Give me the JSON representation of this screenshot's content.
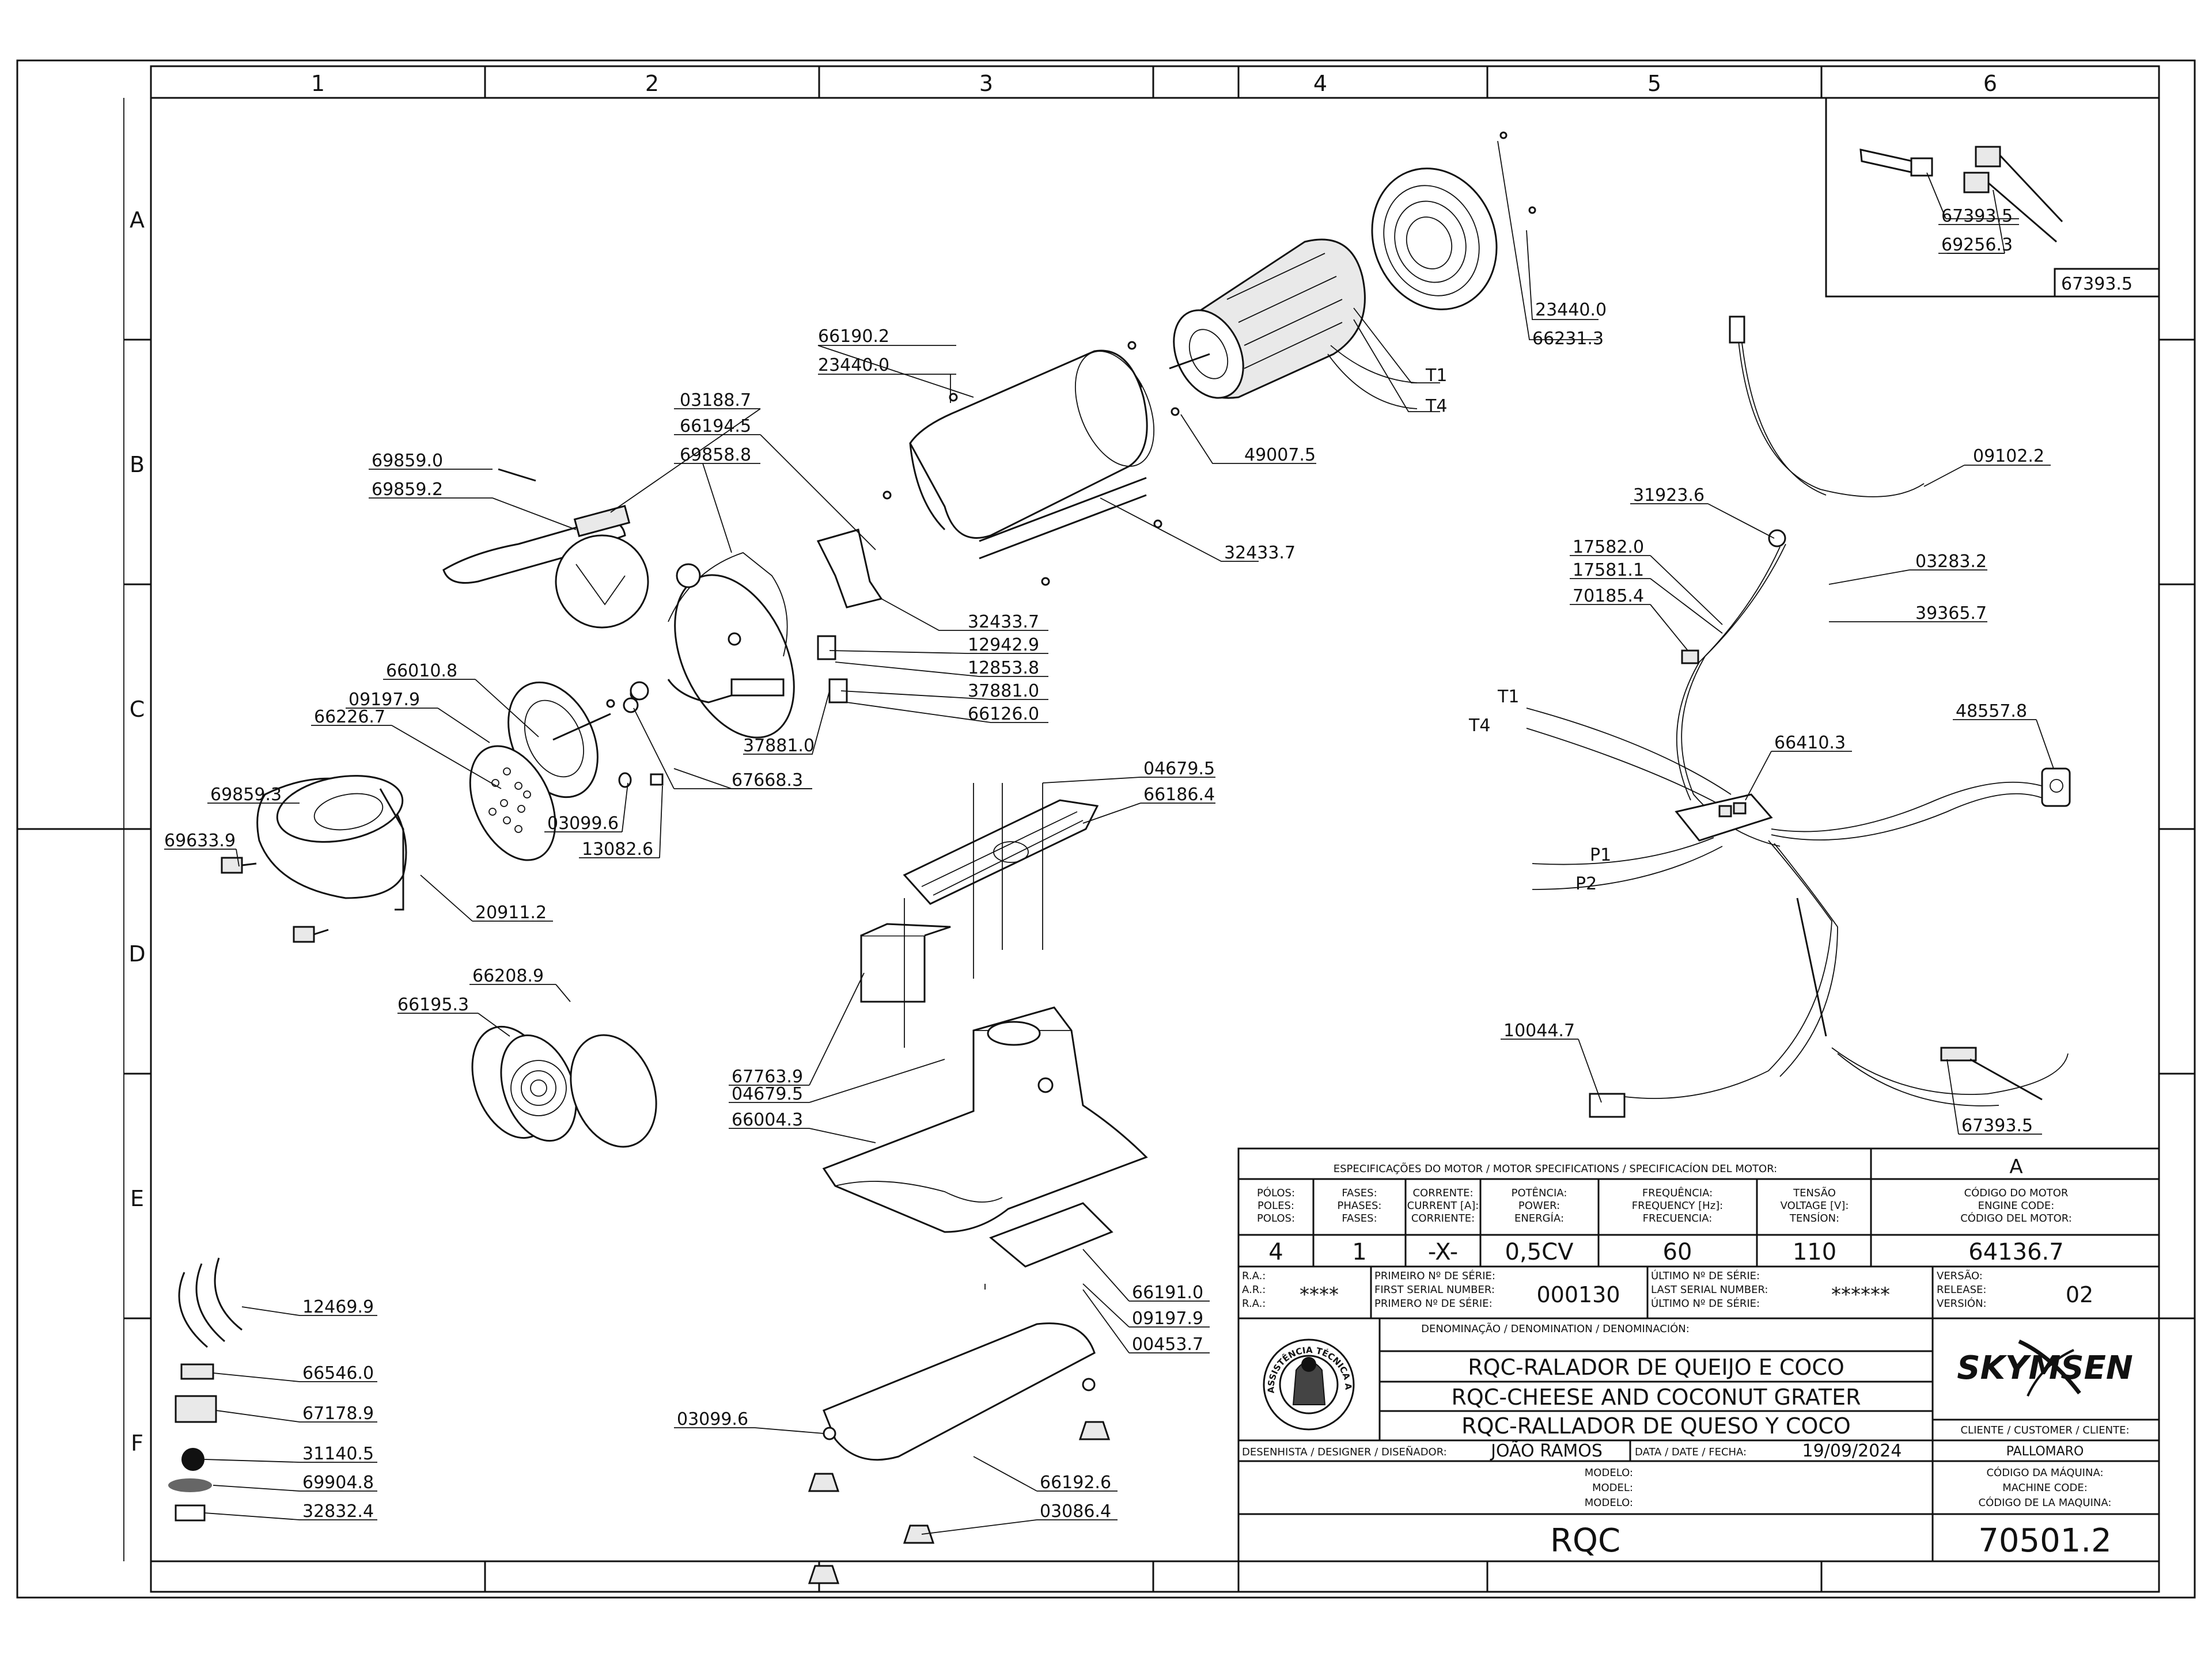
{
  "frame": {
    "columns": [
      "1",
      "2",
      "3",
      "4",
      "5",
      "6"
    ],
    "rows": [
      "A",
      "B",
      "C",
      "D",
      "E",
      "F"
    ]
  },
  "labels": [
    {
      "id": "p-67393-5-top",
      "text": "67393.5"
    },
    {
      "id": "p-69256-3",
      "text": "69256.3"
    },
    {
      "id": "p-67393-5-box",
      "text": "67393.5"
    },
    {
      "id": "p-23440-0-a",
      "text": "23440.0"
    },
    {
      "id": "p-66231-3",
      "text": "66231.3"
    },
    {
      "id": "p-t1-motor",
      "text": "T1"
    },
    {
      "id": "p-t4-motor",
      "text": "T4"
    },
    {
      "id": "p-49007-5",
      "text": "49007.5"
    },
    {
      "id": "p-66190-2",
      "text": "66190.2"
    },
    {
      "id": "p-23440-0-b",
      "text": "23440.0"
    },
    {
      "id": "p-32433-7-a",
      "text": "32433.7"
    },
    {
      "id": "p-03188-7",
      "text": "03188.7"
    },
    {
      "id": "p-66194-5",
      "text": "66194.5"
    },
    {
      "id": "p-69858-8",
      "text": "69858.8"
    },
    {
      "id": "p-69859-0",
      "text": "69859.0"
    },
    {
      "id": "p-69859-2",
      "text": "69859.2"
    },
    {
      "id": "p-32433-7-b",
      "text": "32433.7"
    },
    {
      "id": "p-12942-9",
      "text": "12942.9"
    },
    {
      "id": "p-12853-8",
      "text": "12853.8"
    },
    {
      "id": "p-37881-0-a",
      "text": "37881.0"
    },
    {
      "id": "p-66126-0",
      "text": "66126.0"
    },
    {
      "id": "p-37881-0-b",
      "text": "37881.0"
    },
    {
      "id": "p-67668-3",
      "text": "67668.3"
    },
    {
      "id": "p-66010-8",
      "text": "66010.8"
    },
    {
      "id": "p-09197-9-a",
      "text": "09197.9"
    },
    {
      "id": "p-66226-7",
      "text": "66226.7"
    },
    {
      "id": "p-69859-3",
      "text": "69859.3"
    },
    {
      "id": "p-69633-9",
      "text": "69633.9"
    },
    {
      "id": "p-03099-6-a",
      "text": "03099.6"
    },
    {
      "id": "p-13082-6",
      "text": "13082.6"
    },
    {
      "id": "p-20911-2",
      "text": "20911.2"
    },
    {
      "id": "p-04679-5-a",
      "text": "04679.5"
    },
    {
      "id": "p-66186-4",
      "text": "66186.4"
    },
    {
      "id": "p-66208-9",
      "text": "66208.9"
    },
    {
      "id": "p-66195-3",
      "text": "66195.3"
    },
    {
      "id": "p-67763-9",
      "text": "67763.9"
    },
    {
      "id": "p-04679-5-b",
      "text": "04679.5"
    },
    {
      "id": "p-66004-3",
      "text": "66004.3"
    },
    {
      "id": "p-66191-0",
      "text": "66191.0"
    },
    {
      "id": "p-09197-9-b",
      "text": "09197.9"
    },
    {
      "id": "p-00453-7",
      "text": "00453.7"
    },
    {
      "id": "p-03099-6-b",
      "text": "03099.6"
    },
    {
      "id": "p-66192-6",
      "text": "66192.6"
    },
    {
      "id": "p-03086-4",
      "text": "03086.4"
    },
    {
      "id": "p-12469-9",
      "text": "12469.9"
    },
    {
      "id": "p-66546-0",
      "text": "66546.0"
    },
    {
      "id": "p-67178-9",
      "text": "67178.9"
    },
    {
      "id": "p-31140-5",
      "text": "31140.5"
    },
    {
      "id": "p-69904-8",
      "text": "69904.8"
    },
    {
      "id": "p-32832-4",
      "text": "32832.4"
    },
    {
      "id": "p-09102-2",
      "text": "09102.2"
    },
    {
      "id": "p-31923-6",
      "text": "31923.6"
    },
    {
      "id": "p-17582-0",
      "text": "17582.0"
    },
    {
      "id": "p-17581-1",
      "text": "17581.1"
    },
    {
      "id": "p-70185-4",
      "text": "70185.4"
    },
    {
      "id": "p-03283-2",
      "text": "03283.2"
    },
    {
      "id": "p-39365-7",
      "text": "39365.7"
    },
    {
      "id": "p-t1-wire",
      "text": "T1"
    },
    {
      "id": "p-t4-wire",
      "text": "T4"
    },
    {
      "id": "p-66410-3",
      "text": "66410.3"
    },
    {
      "id": "p-48557-8",
      "text": "48557.8"
    },
    {
      "id": "p-p1",
      "text": "P1"
    },
    {
      "id": "p-p2",
      "text": "P2"
    },
    {
      "id": "p-10044-7",
      "text": "10044.7"
    },
    {
      "id": "p-67393-5-bottom",
      "text": "67393.5"
    }
  ],
  "title_block": {
    "spec_header": "ESPECIFICAÇÕES DO MOTOR / MOTOR SPECIFICATIONS / SPECIFICACÍON DEL MOTOR:",
    "revision_letter": "A",
    "poles_hdr": [
      "PÓLOS:",
      "POLES:",
      "POLOS:"
    ],
    "phases_hdr": [
      "FASES:",
      "PHASES:",
      "FASES:"
    ],
    "current_hdr": [
      "CORRENTE:",
      "CURRENT [A]:",
      "CORRIENTE:"
    ],
    "power_hdr": [
      "POTÊNCIA:",
      "POWER:",
      "ENERGÍA:"
    ],
    "freq_hdr": [
      "FREQUÊNCIA:",
      "FREQUENCY [Hz]:",
      "FRECUENCIA:"
    ],
    "voltage_hdr": [
      "TENSÃO",
      "VOLTAGE [V]:",
      "TENSÍON:"
    ],
    "engine_hdr": [
      "CÓDIGO DO MOTOR",
      "ENGINE CODE:",
      "CÓDIGO DEL MOTOR:"
    ],
    "poles": "4",
    "phases": "1",
    "current": "-X-",
    "power": "0,5CV",
    "frequency": "60",
    "voltage": "110",
    "engine_code": "64136.7",
    "ra_hdr": [
      "R.A.:",
      "A.R.:",
      "R.A.:"
    ],
    "ra_value": "****",
    "first_serial_hdr": [
      "PRIMEIRO Nº DE SÉRIE:",
      "FIRST SERIAL NUMBER:",
      "PRIMERO Nº DE SÉRIE:"
    ],
    "first_serial": "000130",
    "last_serial_hdr": [
      "ÚLTIMO Nº DE SÉRIE:",
      "LAST SERIAL NUMBER:",
      "ÚLTIMO Nº DE SÉRIE:"
    ],
    "last_serial": "******",
    "version_hdr": [
      "VERSÃO:",
      "RELEASE:",
      "VERSIÓN:"
    ],
    "version": "02",
    "denomination_hdr": "DENOMINAÇÃO / DENOMINATION / DENOMINACIÓN:",
    "name_pt": "RQC-RALADOR DE QUEIJO E COCO",
    "name_en": "RQC-CHEESE AND COCONUT GRATER",
    "name_es": "RQC-RALLADOR DE QUESO Y COCO",
    "brand": "SKYMSEN",
    "seal_text": "ASSISTÊNCIA TÉCNICA AUTORIZADA",
    "client_hdr": "CLIENTE / CUSTOMER / CLIENTE:",
    "client": "PALLOMARO",
    "designer_hdr": "DESENHISTA / DESIGNER / DISEÑADOR:",
    "designer": "JOÃO RAMOS",
    "date_hdr": "DATA / DATE / FECHA:",
    "date": "19/09/2024",
    "model_hdr": [
      "MODELO:",
      "MODEL:",
      "MODELO:"
    ],
    "machine_code_hdr": [
      "CÓDIGO DA MÁQUINA:",
      "MACHINE CODE:",
      "CÓDIGO DE LA MAQUINA:"
    ],
    "model": "RQC",
    "machine_code": "70501.2"
  }
}
